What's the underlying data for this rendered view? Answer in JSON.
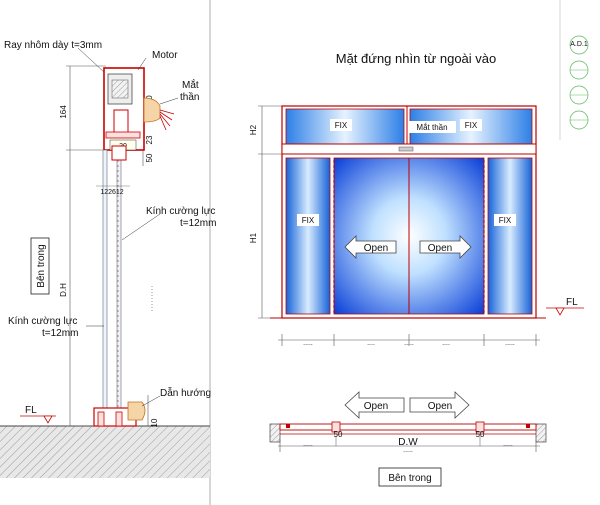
{
  "sheet": {
    "code": "A.D.1"
  },
  "section": {
    "rail_label": "Ray nhôm dày t=3mm",
    "motor_label": "Motor",
    "sensor_label": "Mắt\nthần",
    "dim_164": "164",
    "dim_130": "130",
    "dim_23": "23",
    "dim_20": "20",
    "dim_50": "50",
    "dim_gaps": "122612",
    "glass_label_1": "Kính cường lực\nt=12mm",
    "glass_label_2": "Kính cường lực\nt=12mm",
    "inside_label": "Bên trong",
    "dh_label": "D.H",
    "guide_label": "Dẫn hướng",
    "fl_label": "FL",
    "dim_10": "10"
  },
  "elevation": {
    "title": "Mặt đứng nhìn từ ngoài vào",
    "fix_top_left": "FIX",
    "fix_top_right": "FIX",
    "sensor_label": "Mắt thần",
    "fix_side_left": "FIX",
    "fix_side_right": "FIX",
    "open_left": "Open",
    "open_right": "Open",
    "h1_label": "H1",
    "h2_label": "H2",
    "fl_label": "FL",
    "bottom_dots": [
      ".....",
      "....",
      ".....",
      "....",
      "....."
    ]
  },
  "plan": {
    "open_left": "Open",
    "open_right": "Open",
    "dim_50_left": "50",
    "dim_50_right": "50",
    "dw_label": "D.W",
    "inside_label": "Bên trong",
    "bottom_dots": [
      ".....",
      ".....",
      "....."
    ]
  }
}
